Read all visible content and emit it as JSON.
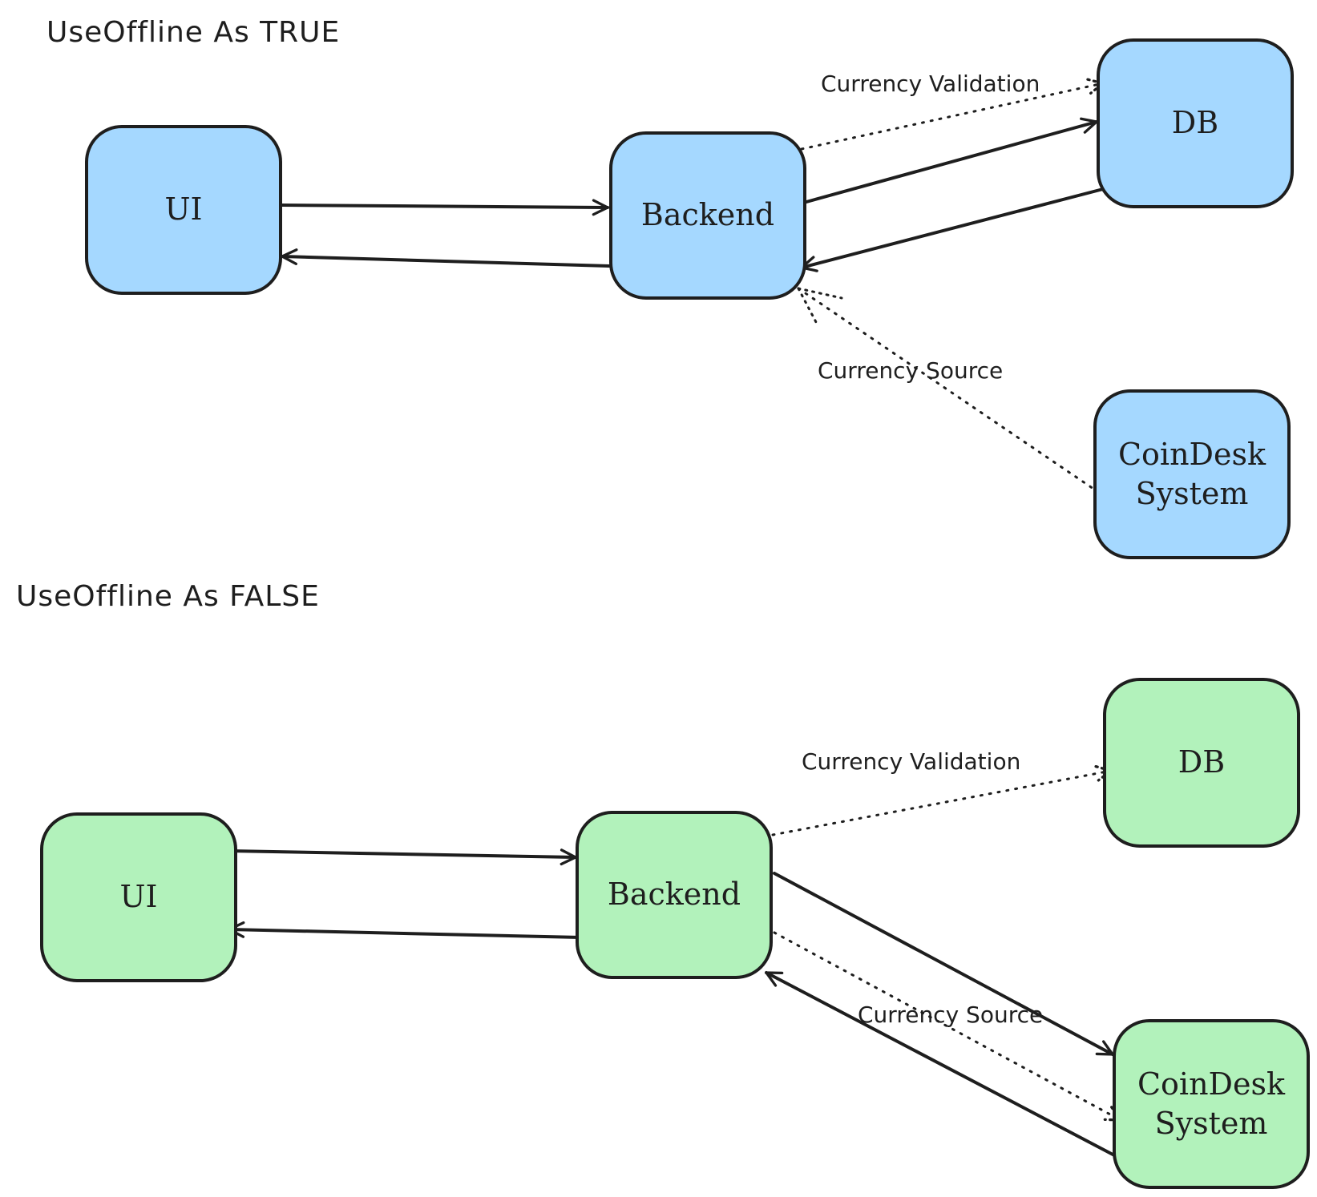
{
  "colors": {
    "online_box": "#a5d8ff",
    "offline_box": "#b2f2bb",
    "stroke": "#1e1e1e"
  },
  "top": {
    "title": "UseOffline As TRUE",
    "ui": "UI",
    "backend": "Backend",
    "db": "DB",
    "coindesk": "CoinDesk\nSystem",
    "validation_label": "Currency Validation",
    "source_label": "Currency Source"
  },
  "bottom": {
    "title": "UseOffline As FALSE",
    "ui": "UI",
    "backend": "Backend",
    "db": "DB",
    "coindesk": "CoinDesk\nSystem",
    "validation_label": "Currency Validation",
    "source_label": "Currency Source"
  }
}
